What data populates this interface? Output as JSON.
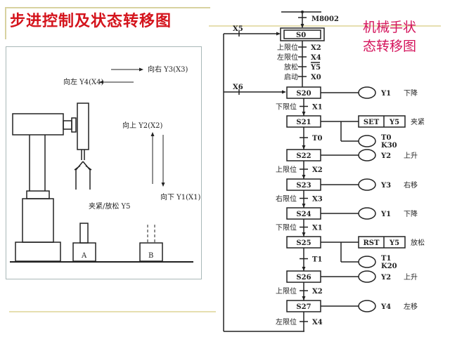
{
  "title": "步进控制及状态转移图",
  "side_title": {
    "line1": "机械手状",
    "line2": "态转移图"
  },
  "colors": {
    "title": "#d4141c",
    "side_title": "#d4145c",
    "rule": "#e6dfb0",
    "line": "#222222"
  },
  "mechanism": {
    "move_right": "向右 Y3(X3)",
    "move_left": "向左 Y4(X4)",
    "move_up": "向上 Y2(X2)",
    "move_down": "向下 Y1(X1)",
    "clamp": "夹紧/放松 Y5",
    "station_a": "A",
    "station_b": "B"
  },
  "sfc": {
    "init_signal": "M8002",
    "loop_x5": "X5",
    "loop_x6": "X6",
    "init_state": "S0",
    "init_conditions": [
      {
        "label": "上限位",
        "signal": "X2"
      },
      {
        "label": "左限位",
        "signal": "X4"
      },
      {
        "label": "放松",
        "signal": "Y5"
      },
      {
        "label": "启动",
        "signal": "X0"
      }
    ],
    "steps": [
      {
        "state": "S20",
        "output": "Y1",
        "action": "下降",
        "transition_label": "下限位",
        "transition": "X1"
      },
      {
        "state": "S21",
        "instr": "SET",
        "output": "Y5",
        "action": "夹紧",
        "timer": "T0",
        "timer_k": "K30",
        "transition_label": "",
        "transition": "T0"
      },
      {
        "state": "S22",
        "output": "Y2",
        "action": "上升",
        "transition_label": "上限位",
        "transition": "X2"
      },
      {
        "state": "S23",
        "output": "Y3",
        "action": "右移",
        "transition_label": "右限位",
        "transition": "X3"
      },
      {
        "state": "S24",
        "output": "Y1",
        "action": "下降",
        "transition_label": "下限位",
        "transition": "X1"
      },
      {
        "state": "S25",
        "instr": "RST",
        "output": "Y5",
        "action": "放松",
        "timer": "T1",
        "timer_k": "K20",
        "transition_label": "",
        "transition": "T1"
      },
      {
        "state": "S26",
        "output": "Y2",
        "action": "上升",
        "transition_label": "上限位",
        "transition": "X2"
      },
      {
        "state": "S27",
        "output": "Y4",
        "action": "左移",
        "transition_label": "左限位",
        "transition": "X4"
      }
    ]
  }
}
